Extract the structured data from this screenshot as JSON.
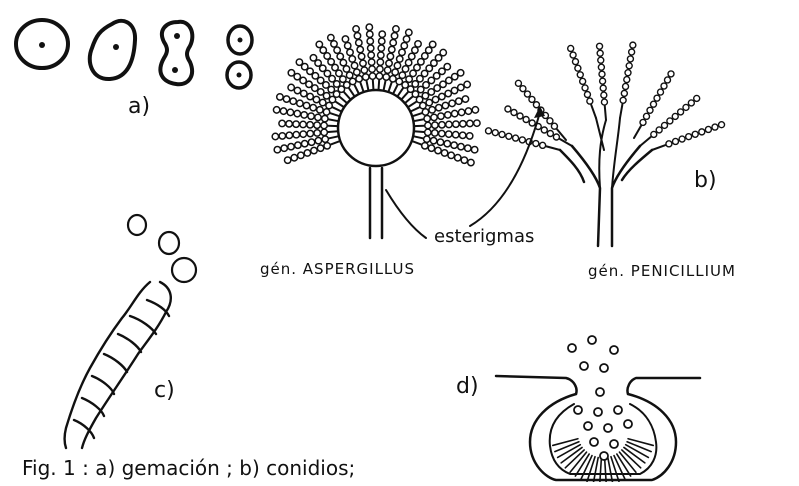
{
  "labels": {
    "part_a": "a)",
    "part_b": "b)",
    "part_c": "c)",
    "part_d": "d)",
    "esterigmas": "esterigmas",
    "aspergillus": "gén. ASPERGILLUS",
    "penicillium": "gén. PENICILLIUM",
    "caption": "Fig. 1 : a) gemación ; b) conidios;"
  }
}
